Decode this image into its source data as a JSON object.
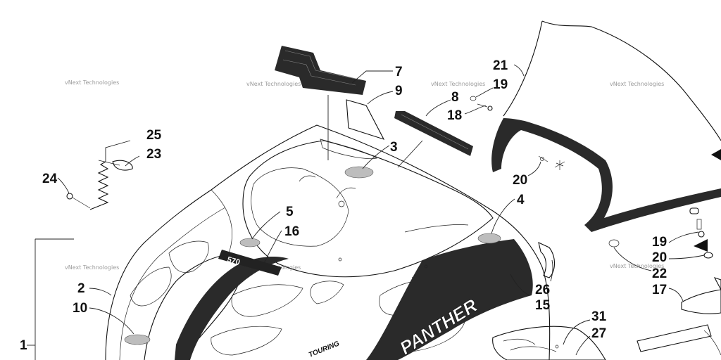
{
  "callouts": {
    "c1": "1",
    "c2": "2",
    "c3": "3",
    "c4": "4",
    "c5": "5",
    "c7": "7",
    "c8": "8",
    "c9": "9",
    "c10": "10",
    "c15": "15",
    "c16": "16",
    "c17": "17",
    "c18": "18",
    "c19a": "19",
    "c19b": "19",
    "c20a": "20",
    "c20b": "20",
    "c21": "21",
    "c22": "22",
    "c23": "23",
    "c24": "24",
    "c25": "25",
    "c26": "26",
    "c27": "27",
    "c31": "31"
  },
  "watermark": "vNext Technologies",
  "decals": {
    "brand": "PANTHER",
    "model": "570",
    "trim": "TOURING"
  },
  "colors": {
    "line": "#111111",
    "decal": "#2a2a2a",
    "watermark": "#9a9a9a"
  }
}
